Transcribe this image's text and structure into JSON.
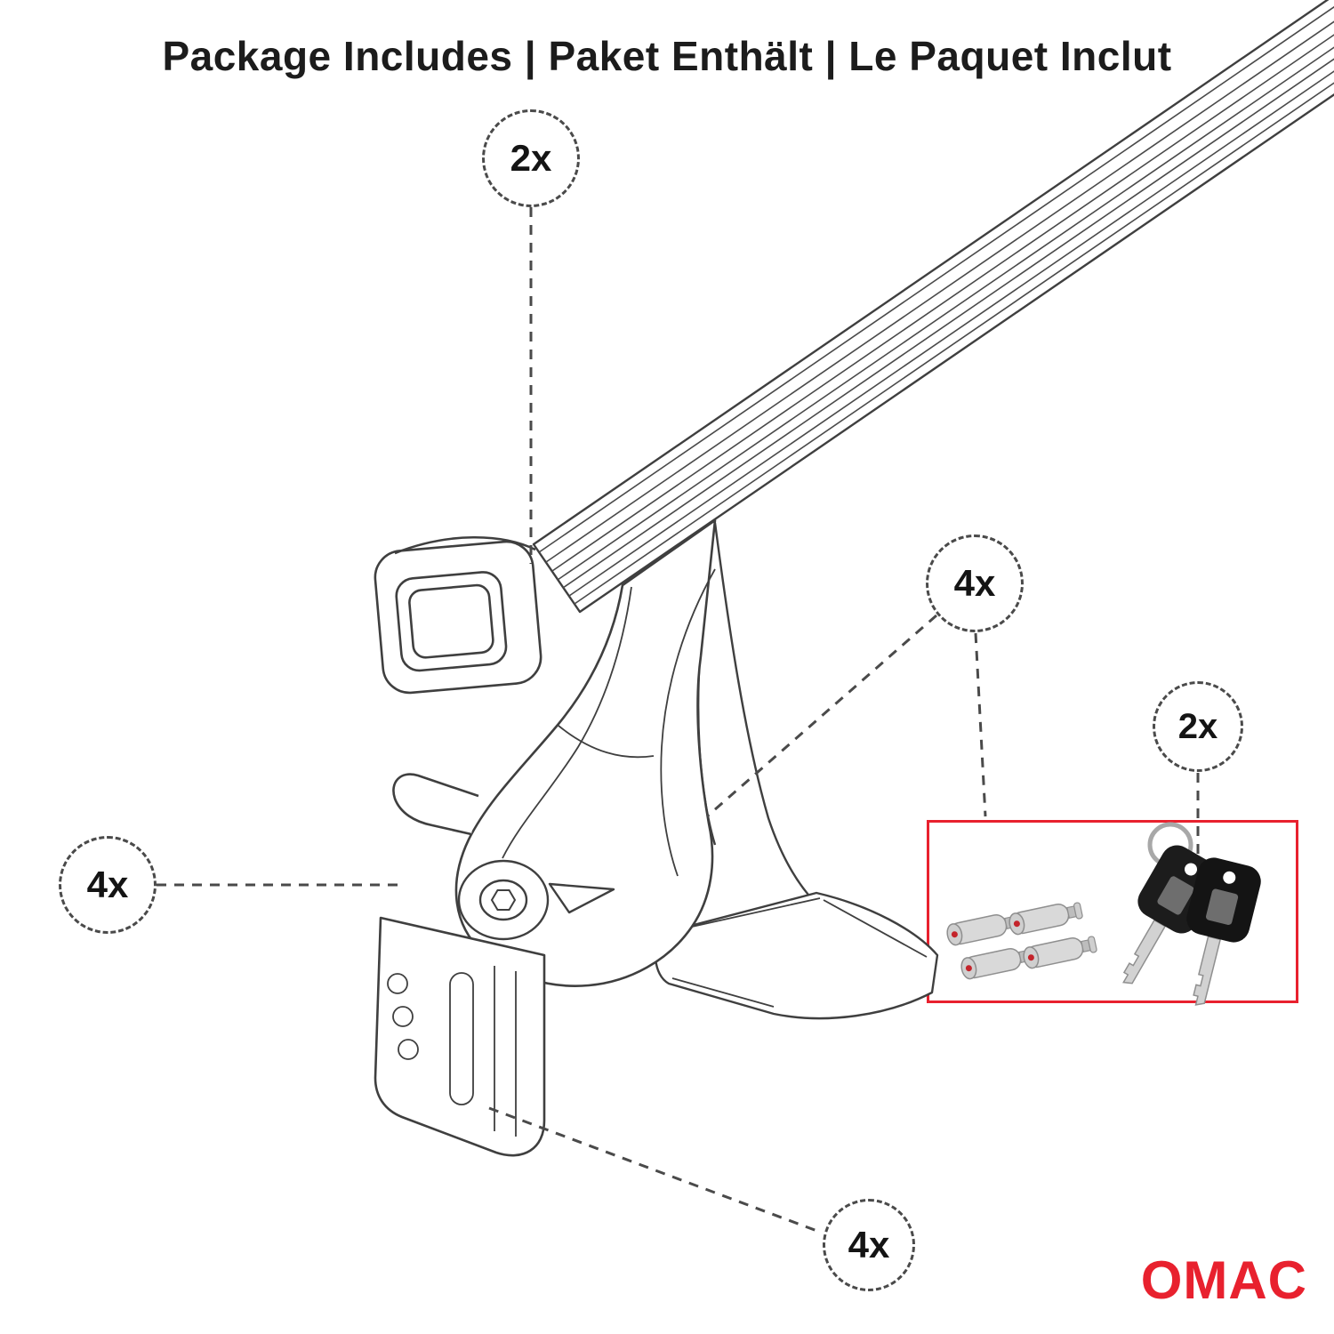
{
  "title": "Package Includes | Paket Enthält | Le Paquet Inclut",
  "callouts": {
    "crossbar": {
      "label": "2x"
    },
    "lock_bolts": {
      "label": "4x"
    },
    "keys": {
      "label": "2x"
    },
    "foot": {
      "label": "4x"
    },
    "clamp": {
      "label": "4x"
    }
  },
  "inset": {
    "items": [
      "lock-cylinders",
      "keys-with-ring"
    ]
  },
  "logo": {
    "text": "OMAC"
  },
  "colors": {
    "accent_red": "#e8212e",
    "line_dark": "#3f3f3f",
    "dashed_line": "#4a4a4a"
  }
}
